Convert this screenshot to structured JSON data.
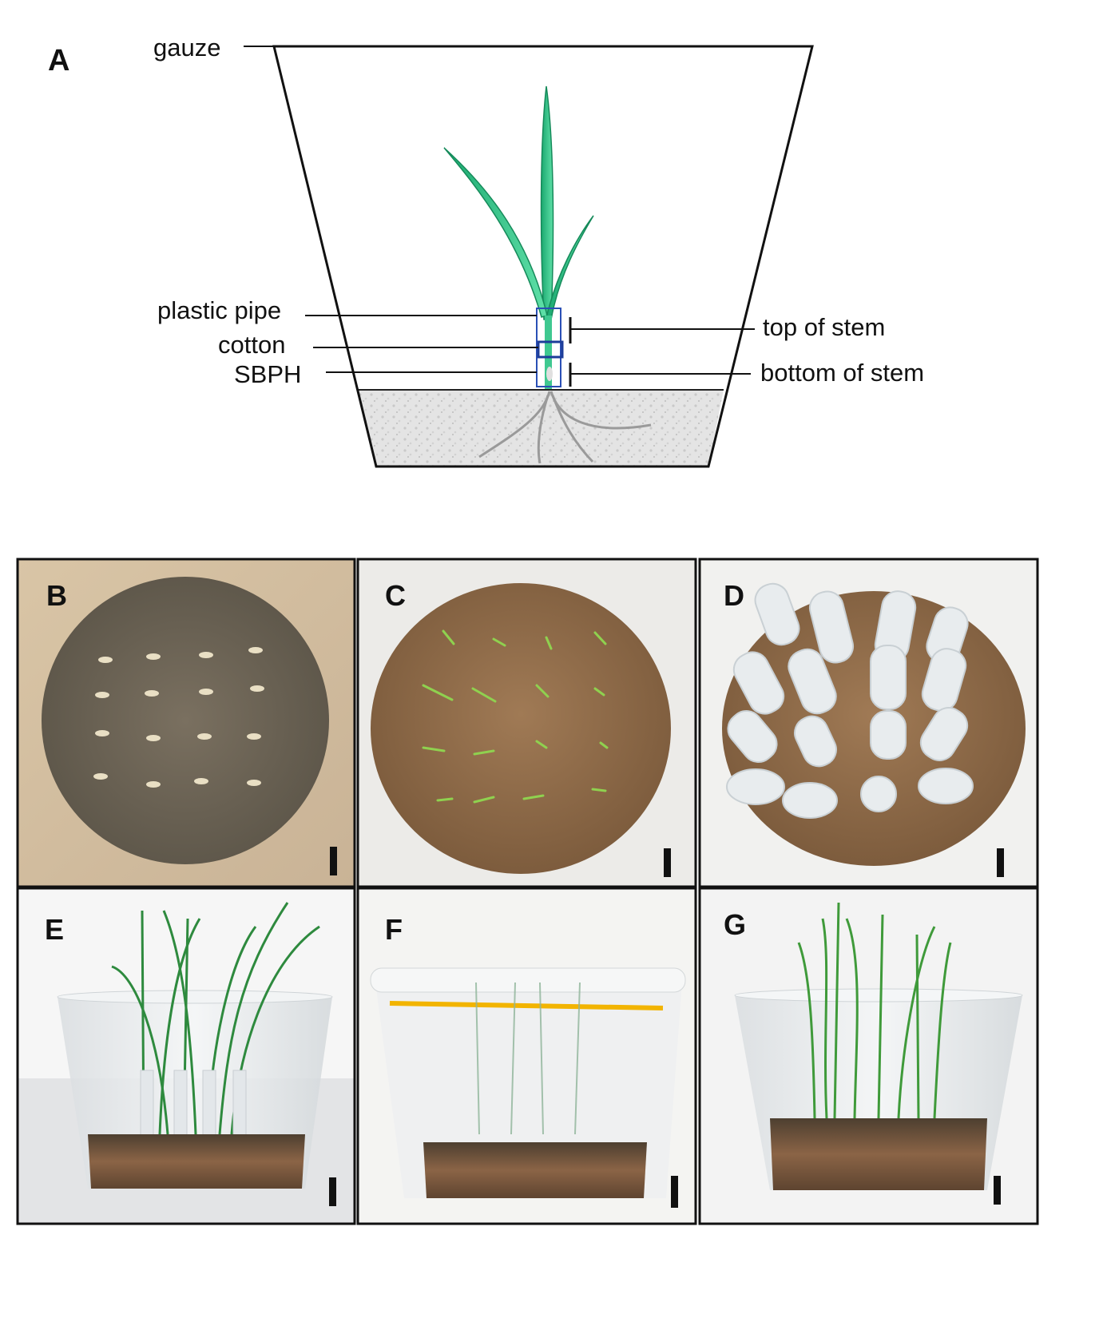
{
  "panel_a": {
    "letter": "A",
    "labels": {
      "gauze": "gauze",
      "plastic_pipe": "plastic pipe",
      "cotton": "cotton",
      "sbph": "SBPH",
      "top_of_stem": "top of stem",
      "bottom_of_stem": "bottom of stem"
    }
  },
  "photo_panels": {
    "b": "B",
    "c": "C",
    "d": "D",
    "e": "E",
    "f": "F",
    "g": "G"
  },
  "colors": {
    "leaf": "#2fbf86",
    "soil_dry": "#8a6a4a",
    "soil_grey": "#6f6a5c",
    "tube": "#e8ecee",
    "rubber_band": "#f2b400"
  }
}
